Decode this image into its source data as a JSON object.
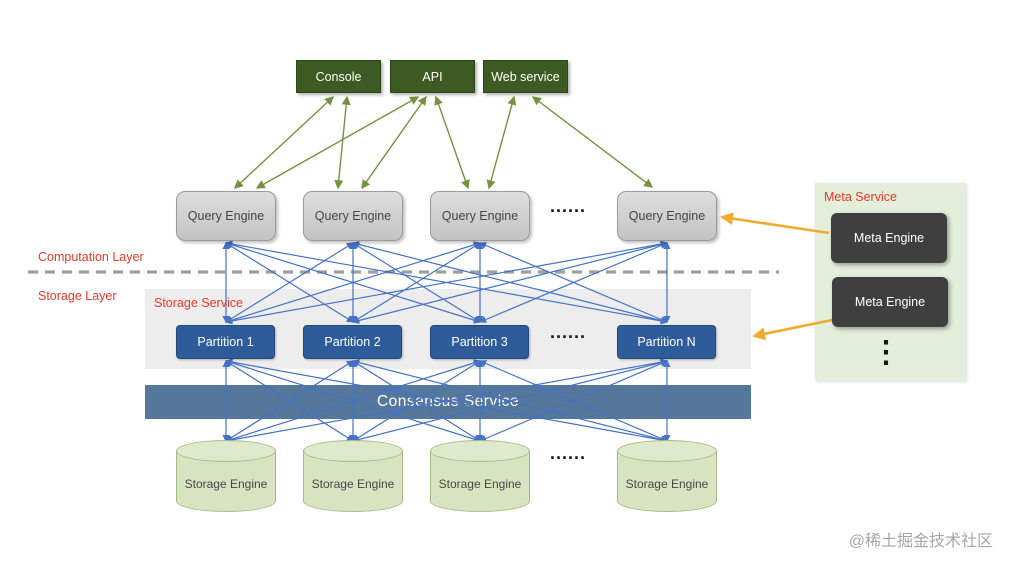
{
  "top_services": {
    "console": "Console",
    "api": "API",
    "web": "Web service"
  },
  "query_engines": {
    "qe1": "Query Engine",
    "qe2": "Query Engine",
    "qe3": "Query Engine",
    "qe4": "Query Engine"
  },
  "layer_labels": {
    "computation": "Computation Layer",
    "storage": "Storage Layer"
  },
  "meta_service": {
    "title": "Meta Service",
    "engine1": "Meta Engine",
    "engine2": "Meta Engine",
    "more": "⋮"
  },
  "storage_service": {
    "title": "Storage Service",
    "p1": "Partition 1",
    "p2": "Partition 2",
    "p3": "Partition 3",
    "pn": "Partition N"
  },
  "consensus_label": "Consensus Service",
  "storage_engines": {
    "s1": "Storage Engine",
    "s2": "Storage Engine",
    "s3": "Storage Engine",
    "s4": "Storage Engine"
  },
  "ellipsis": "......",
  "watermark": "@稀土掘金技术社区",
  "colors": {
    "dark_green_box": "#3c5a22",
    "gray_box": "#cccccc",
    "blue_box": "#2e5c9a",
    "consensus_bar": "#54779b",
    "meta_panel": "#e3efda",
    "storage_panel": "#ededed",
    "dark_engine_box": "#3f3f3f",
    "cylinder": "#d8e4c1",
    "arrow_green": "#74923f",
    "arrow_blue": "#4472c4",
    "arrow_orange": "#eeab2f",
    "label_red": "#e8392b",
    "divider_gray": "#9f9f9f"
  }
}
